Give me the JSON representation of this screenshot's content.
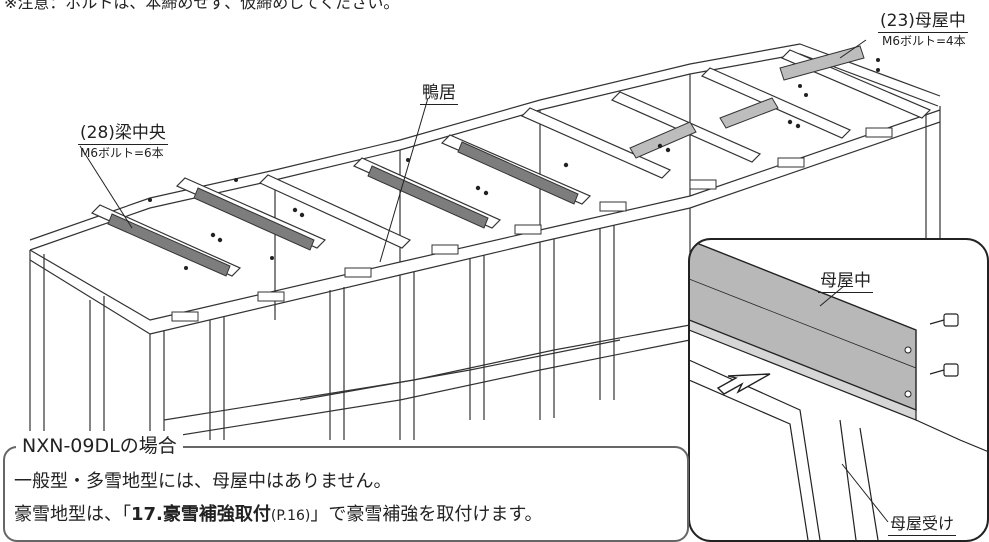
{
  "header": {
    "clipped_instruction": "※注意：ボルトは、本締めせず、仮締めしてください。"
  },
  "labels": {
    "purlin_center": "(23)母屋中",
    "purlin_center_bolts": "M6ボルト=4本",
    "beam_center": "(28)梁中央",
    "beam_center_bolts": "M6ボルト=6本",
    "kamoi": "鴨居"
  },
  "detail": {
    "purlin_center": "母屋中",
    "purlin_receiver": "母屋受け"
  },
  "note": {
    "title": "NXN-09DLの場合",
    "line1": "一般型・多雪地型には、母屋中はありません。",
    "line2_prefix": "豪雪地型は、「",
    "line2_bold": "17.豪雪補強取付",
    "line2_ref": "(P.16)",
    "line2_suffix": "」で豪雪補強を取付けます。"
  }
}
